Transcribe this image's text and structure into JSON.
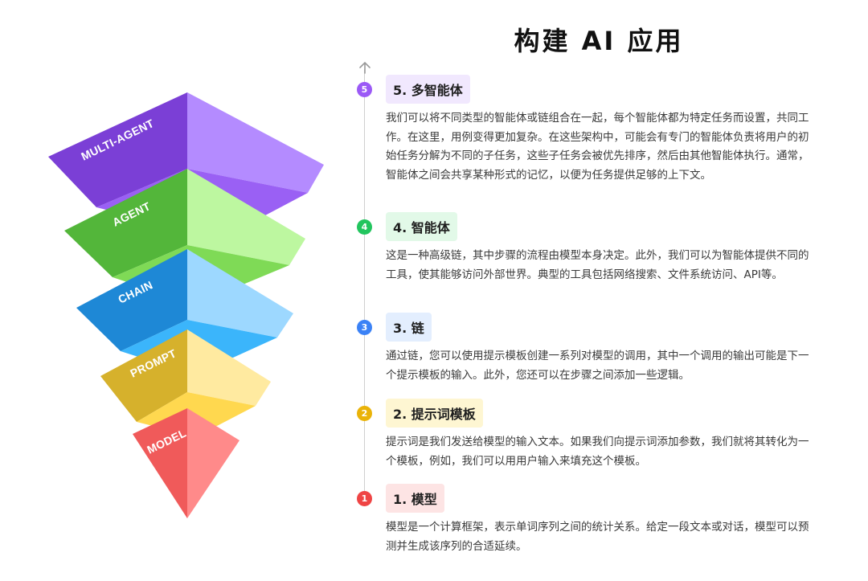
{
  "title": "构建 AI 应用",
  "pyramid_labels": [
    "MULTI-AGENT",
    "AGENT",
    "CHAIN",
    "PROMPT",
    "MODEL"
  ],
  "layers": [
    {
      "num": "5",
      "heading": "5. 多智能体",
      "description": "我们可以将不同类型的智能体或链组合在一起，每个智能体都为特定任务而设置，共同工作。在这里，用例变得更加复杂。在这些架构中，可能会有专门的智能体负责将用户的初始任务分解为不同的子任务，这些子任务会被优先排序，然后由其他智能体执行。通常，智能体之间会共享某种形式的记忆，以便为任务提供足够的上下文。"
    },
    {
      "num": "4",
      "heading": "4. 智能体",
      "description": "这是一种高级链，其中步骤的流程由模型本身决定。此外，我们可以为智能体提供不同的工具，使其能够访问外部世界。典型的工具包括网络搜索、文件系统访问、API等。"
    },
    {
      "num": "3",
      "heading": "3. 链",
      "description": "通过链，您可以使用提示模板创建一系列对模型的调用，其中一个调用的输出可能是下一个提示模板的输入。此外，您还可以在步骤之间添加一些逻辑。"
    },
    {
      "num": "2",
      "heading": "2. 提示词模板",
      "description": "提示词是我们发送给模型的输入文本。如果我们向提示词添加参数，我们就将其转化为一个模板，例如，我们可以用用户输入来填充这个模板。"
    },
    {
      "num": "1",
      "heading": "1. 模型",
      "description": "模型是一个计算框架，表示单词序列之间的统计关系。给定一段文本或对话，模型可以预测并生成该序列的合适延续。"
    }
  ],
  "colors": {
    "multi_agent": "#9b59f6",
    "agent": "#22c55e",
    "chain": "#3b82f6",
    "prompt": "#eab308",
    "model": "#ef4444"
  }
}
